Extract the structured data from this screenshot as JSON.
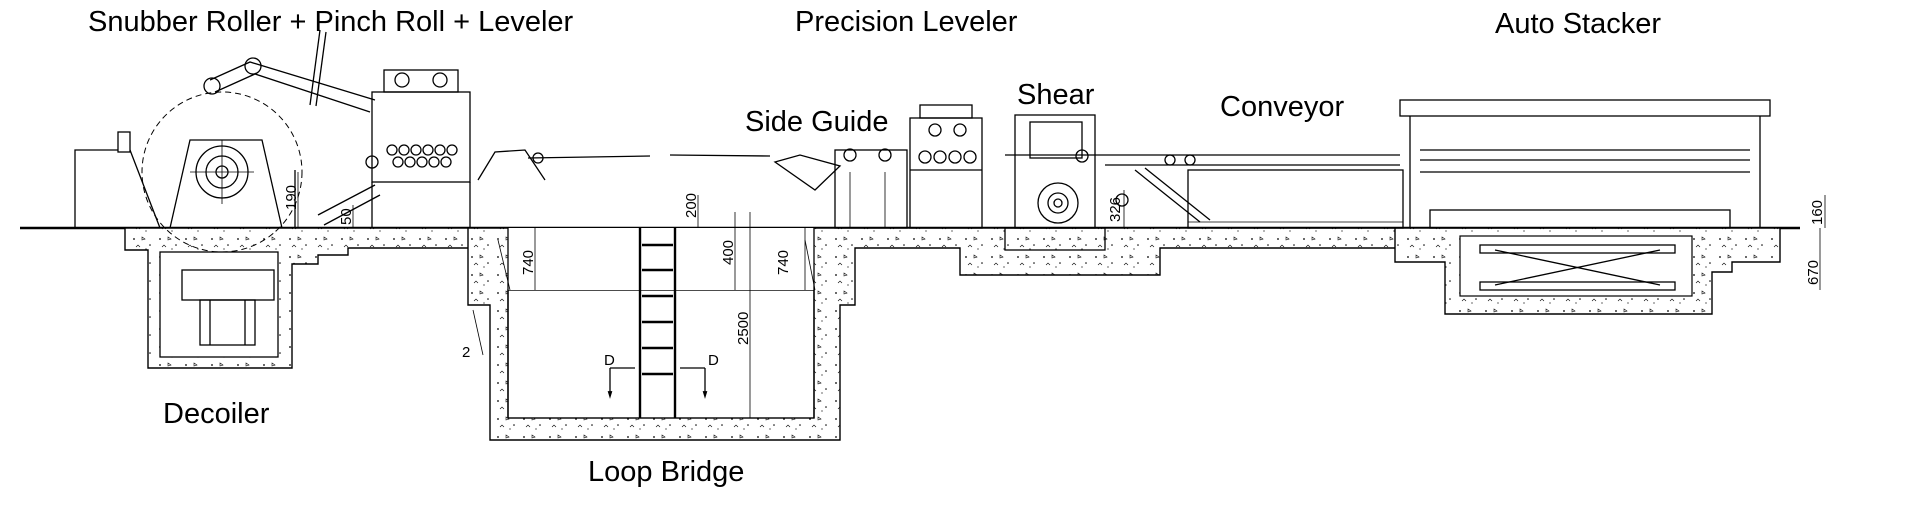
{
  "labels": {
    "snubber": "Snubber Roller + Pinch Roll + Leveler",
    "precision": "Precision Leveler",
    "stacker": "Auto Stacker",
    "side_guide": "Side Guide",
    "shear": "Shear",
    "conveyor": "Conveyor",
    "decoiler": "Decoiler",
    "loop": "Loop Bridge"
  },
  "dimensions": {
    "d190": "190",
    "d50": "50",
    "d200": "200",
    "d740a": "740",
    "d400": "400",
    "d2500": "2500",
    "d740b": "740",
    "d326": "326",
    "d160": "160",
    "d670": "670",
    "d2": "2",
    "sec_d1": "D",
    "sec_d2": "D"
  }
}
